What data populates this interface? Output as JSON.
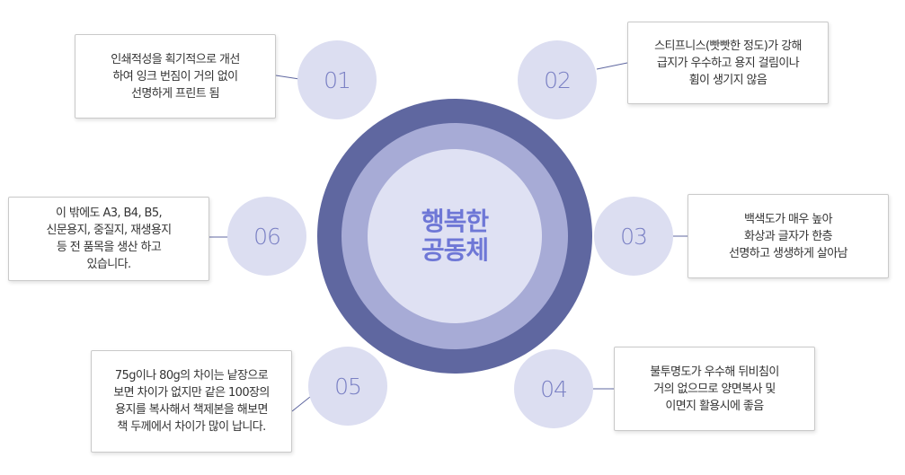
{
  "center": {
    "title": "행복한\n공동체"
  },
  "items": [
    {
      "num": "01",
      "text": "인쇄적성을 획기적으로 개선\n하여 잉크 번짐이 거의 없이\n선명하게 프린트 됨"
    },
    {
      "num": "02",
      "text": "스티프니스(빳빳한 정도)가 강해\n급지가 우수하고 용지 걸림이나\n휨이 생기지 않음"
    },
    {
      "num": "03",
      "text": "백색도가 매우 높아\n화상과 글자가 한층\n선명하고 생생하게 살아남"
    },
    {
      "num": "04",
      "text": "불투명도가 우수해 뒤비침이\n거의 없으므로 양면복사 및\n이면지 활용시에 좋음"
    },
    {
      "num": "05",
      "text": "75g이나 80g의 차이는 낱장으로\n보면 차이가 없지만 같은 100장의\n용지를 복사해서 책제본을 해보면\n책 두께에서 차이가 많이 납니다."
    },
    {
      "num": "06",
      "text": "이 밖에도 A3, B4, B5,\n신문용지, 중질지, 재생용지\n등 전 품목을 생산 하고\n있습니다."
    }
  ]
}
